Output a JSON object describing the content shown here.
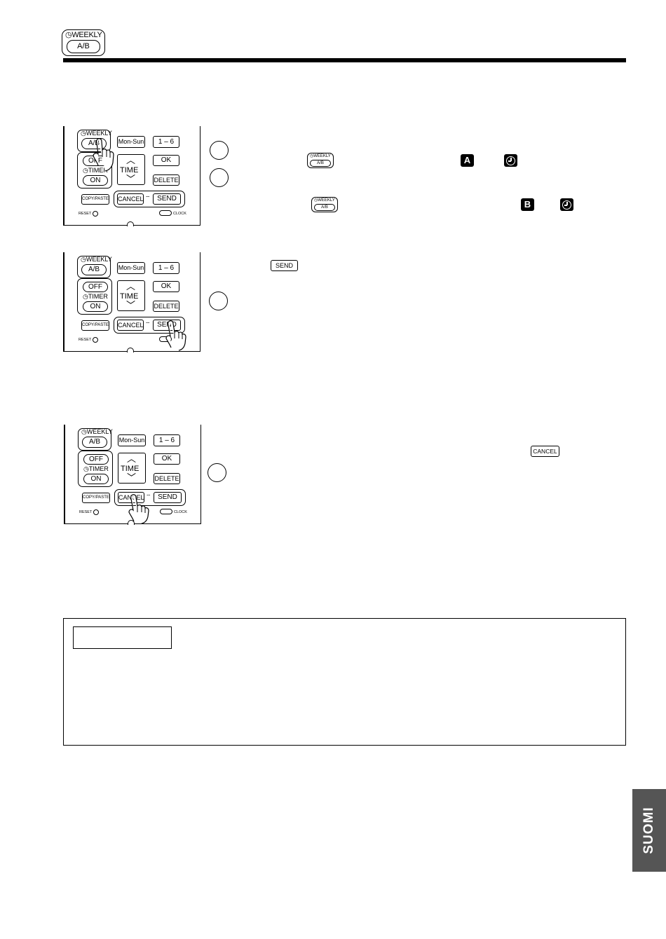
{
  "header": {
    "icon_weekly": "WEEKLY",
    "icon_ab": "A/B"
  },
  "remote": {
    "weekly": "WEEKLY",
    "ab": "A/B",
    "mon_sun": "Mon-Sun",
    "one_six": "1 – 6",
    "off": "OFF",
    "timer": "TIMER",
    "on": "ON",
    "time": "TIME",
    "ok": "OK",
    "delete": "DELETE",
    "copy_paste": "COPY/PASTE",
    "cancel": "CANCEL",
    "send": "SEND",
    "reset": "RESET",
    "clock": "CLOCK"
  },
  "steps": {
    "inline_weekly": "WEEKLY",
    "inline_ab": "A/B",
    "badge_a": "A",
    "badge_b": "B",
    "send_key": "SEND",
    "cancel_key": "CANCEL"
  },
  "side_tab": {
    "language": "SUOMI"
  },
  "icons": [
    "clock-icon",
    "hand-pointer-icon",
    "wireless-icon"
  ]
}
